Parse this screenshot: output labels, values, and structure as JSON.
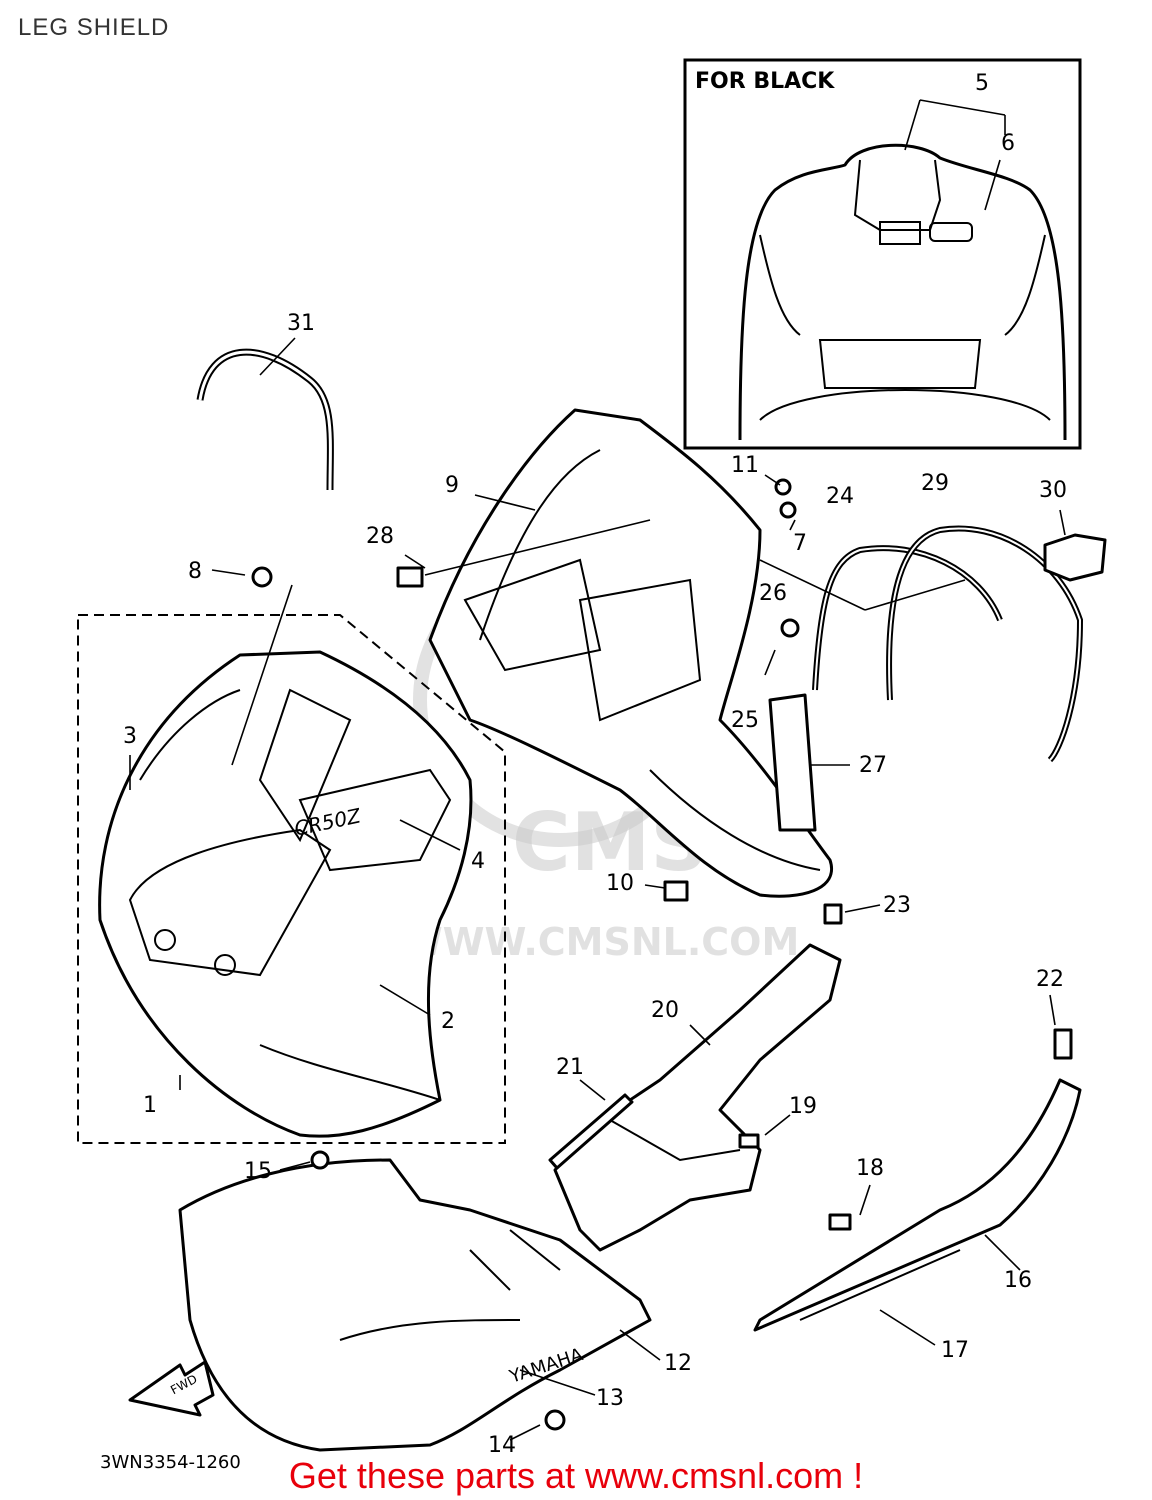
{
  "page": {
    "title": "LEG SHIELD",
    "cta": "Get these parts at www.cmsnl.com !",
    "diagram_code": "3WN3354-1260",
    "watermark": "WWW.CMSNL.COM",
    "watermark_logo": "CMS"
  },
  "inset": {
    "label": "FOR BLACK"
  },
  "badges": {
    "model_decal": "CR50Z",
    "brand_decal": "YAMAHA",
    "fwd_arrow": "FWD"
  },
  "callouts": [
    "1",
    "2",
    "3",
    "4",
    "5",
    "6",
    "7",
    "8",
    "9",
    "10",
    "11",
    "12",
    "13",
    "14",
    "15",
    "16",
    "17",
    "18",
    "19",
    "20",
    "21",
    "22",
    "23",
    "24",
    "25",
    "26",
    "27",
    "28",
    "29",
    "30",
    "31"
  ],
  "colors": {
    "line": "#000000",
    "cta": "#e8000b",
    "watermark": "#c9c9c9"
  }
}
